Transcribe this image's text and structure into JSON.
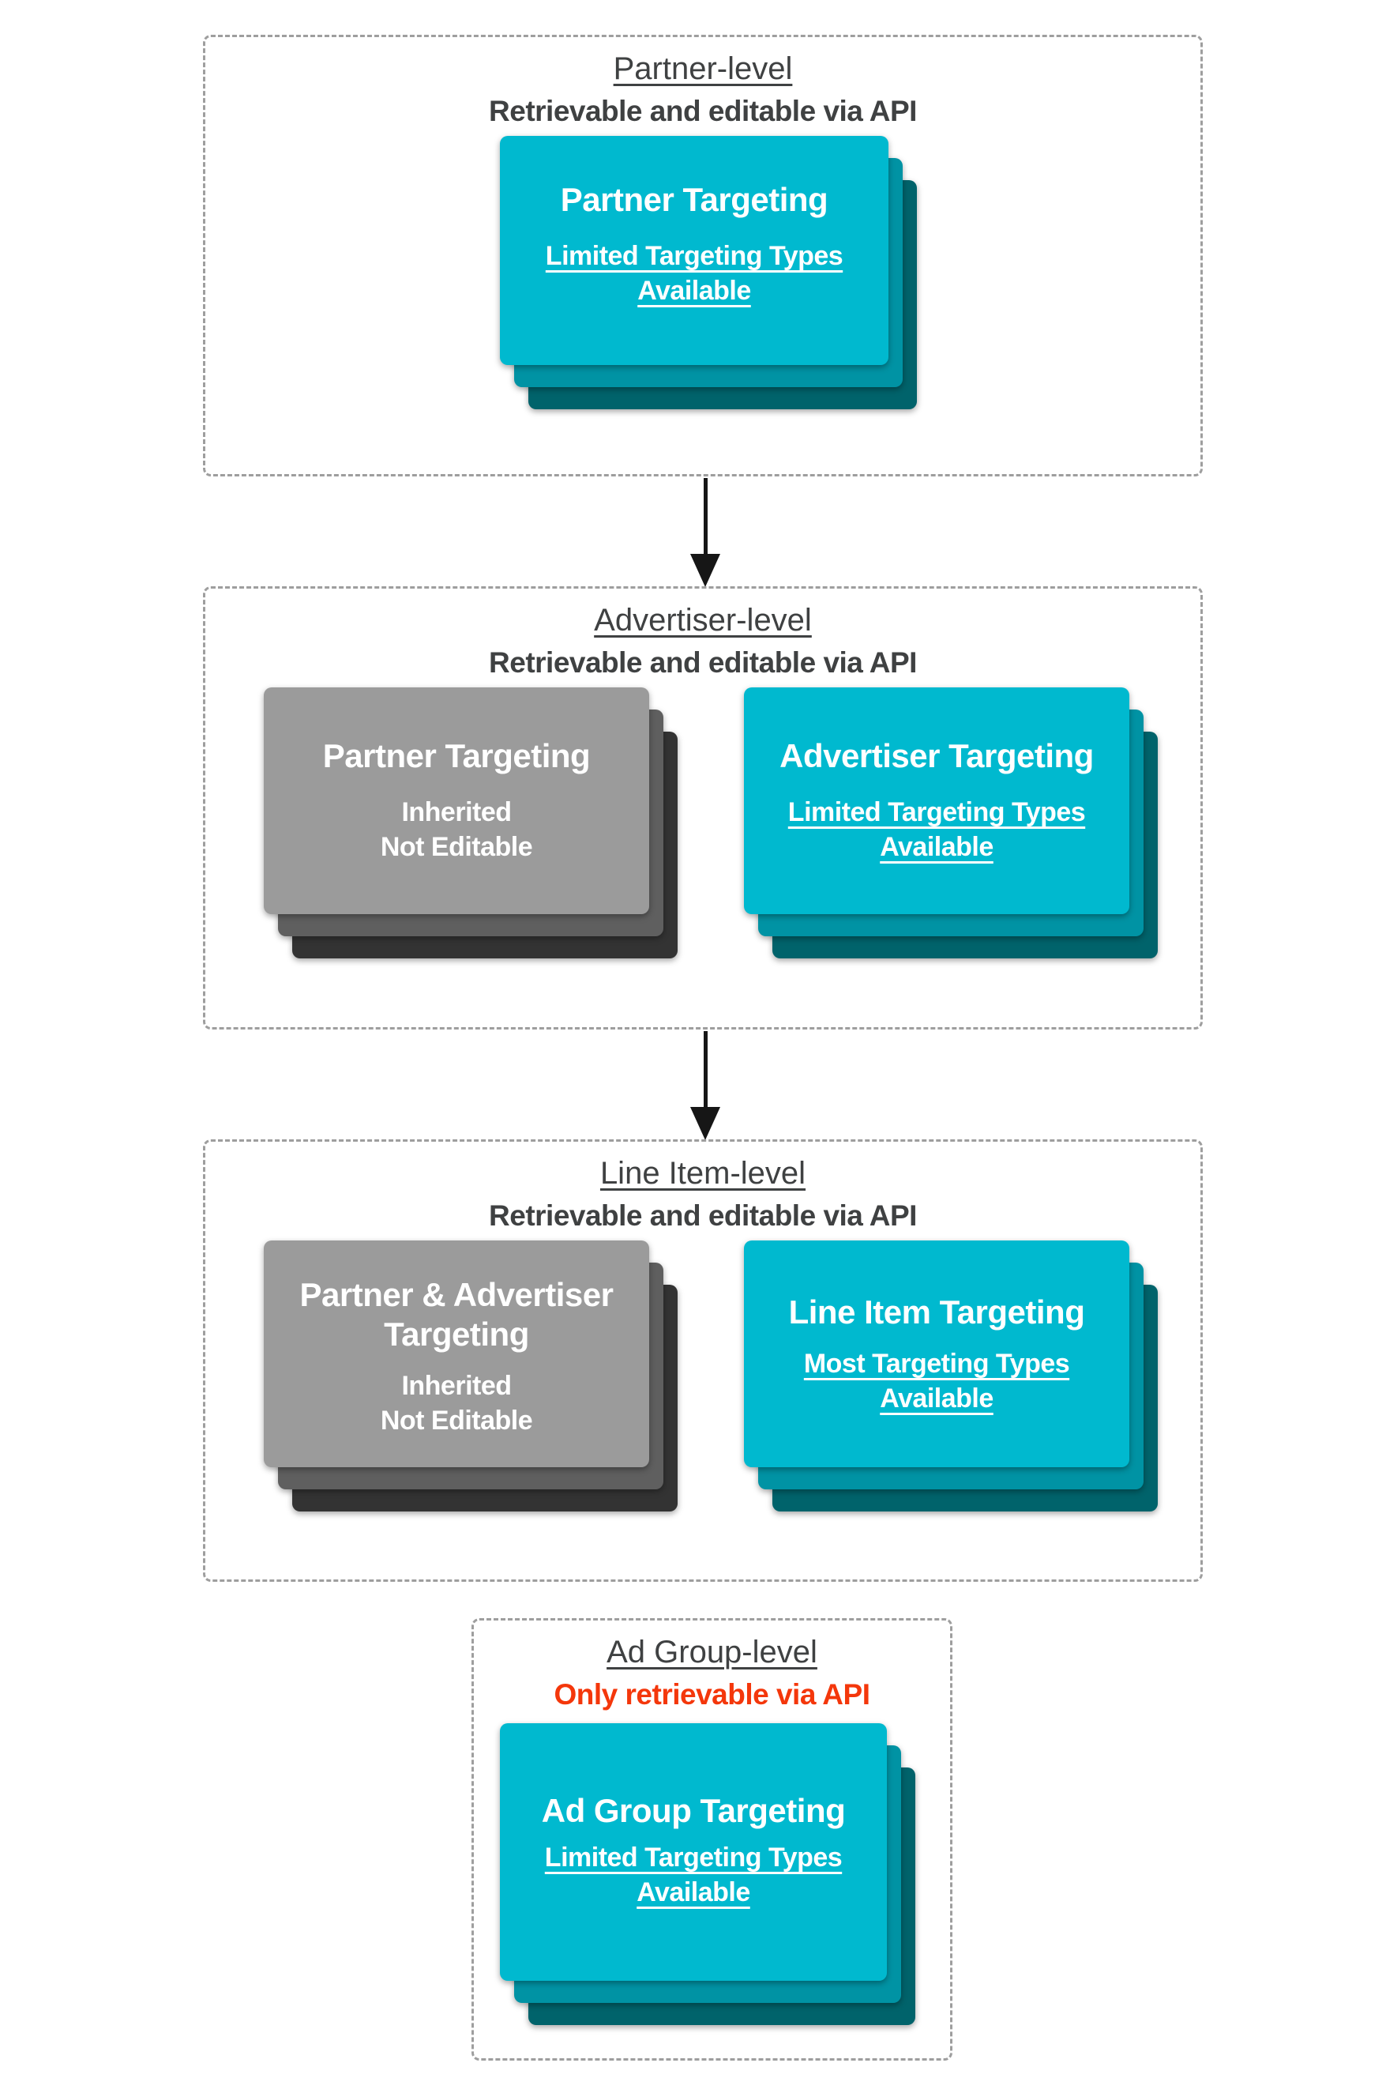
{
  "diagram": {
    "description": "Targeting hierarchy diagram with four levels connected by downward arrows",
    "colors": {
      "teal_card_front": "#00b9cf",
      "teal_card_mid": "#0093a4",
      "teal_card_back": "#00636b",
      "gray_card_front": "#9b9b9b",
      "gray_card_mid": "#5f5f5f",
      "gray_card_back": "#333333",
      "section_border": "#9e9e9e",
      "heading_text": "#3f4142",
      "warning_red": "#f4370b",
      "card_text": "#ffffff",
      "arrow": "#161616"
    }
  },
  "sections": [
    {
      "title": "Partner-level",
      "subtitle": "Retrievable and editable via API",
      "cards": [
        {
          "type": "teal",
          "title_lines": [
            "Partner Targeting"
          ],
          "body_lines": [
            "Limited Targeting Types",
            "Available"
          ],
          "body_underline": true
        }
      ]
    },
    {
      "title": "Advertiser-level",
      "subtitle": "Retrievable and editable via API",
      "cards": [
        {
          "type": "gray",
          "title_lines": [
            "Partner Targeting"
          ],
          "body_lines": [
            "Inherited",
            "Not Editable"
          ],
          "body_underline": false
        },
        {
          "type": "teal",
          "title_lines": [
            "Advertiser Targeting"
          ],
          "body_lines": [
            "Limited Targeting Types",
            "Available"
          ],
          "body_underline": true
        }
      ]
    },
    {
      "title": "Line Item-level",
      "subtitle": "Retrievable and editable via API",
      "cards": [
        {
          "type": "gray",
          "title_lines": [
            "Partner & Advertiser",
            "Targeting"
          ],
          "body_lines": [
            "Inherited",
            "Not Editable"
          ],
          "body_underline": false
        },
        {
          "type": "teal",
          "title_lines": [
            "Line Item Targeting"
          ],
          "body_lines": [
            "Most Targeting Types",
            "Available"
          ],
          "body_underline": true
        }
      ]
    },
    {
      "title": "Ad Group-level",
      "subtitle": "Only retrievable via API",
      "subtitle_warning": true,
      "cards": [
        {
          "type": "teal",
          "title_lines": [
            "Ad Group Targeting"
          ],
          "body_lines": [
            "Limited Targeting Types",
            "Available"
          ],
          "body_underline": true
        }
      ]
    }
  ],
  "arrows": [
    {
      "name": "partner-to-advertiser",
      "direction": "down"
    },
    {
      "name": "advertiser-to-lineitem",
      "direction": "down"
    }
  ]
}
